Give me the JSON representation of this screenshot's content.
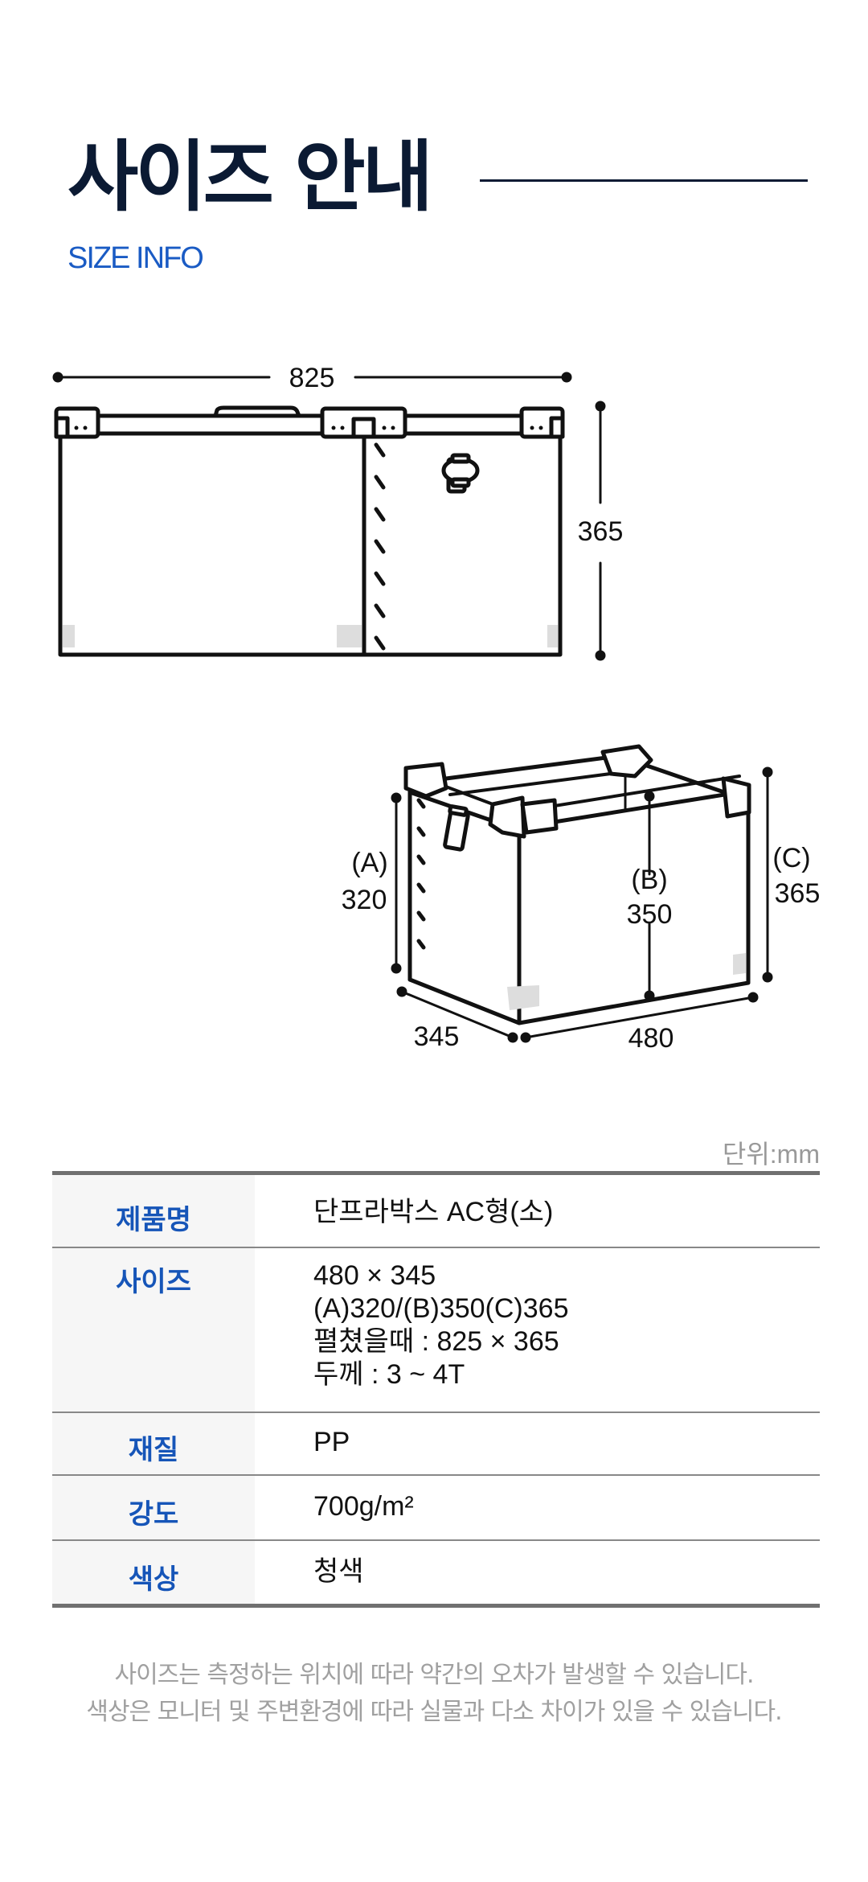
{
  "header": {
    "title": "사이즈 안내",
    "subtitle": "SIZE INFO"
  },
  "flat_diagram": {
    "width_label": "825",
    "height_label": "365"
  },
  "box_diagram": {
    "a_label": "(A)",
    "a_value": "320",
    "b_label": "(B)",
    "b_value": "350",
    "c_label": "(C)",
    "c_value": "365",
    "depth_value": "345",
    "width_value": "480"
  },
  "table": {
    "unit": "단위:mm",
    "rows": [
      {
        "label": "제품명",
        "lines": [
          "단프라박스 AC형(소)"
        ]
      },
      {
        "label": "사이즈",
        "lines": [
          "480 × 345",
          "(A)320/(B)350(C)365",
          "펼쳤을때 : 825 × 365",
          "두께 : 3 ~ 4T"
        ]
      },
      {
        "label": "재질",
        "lines": [
          "PP"
        ]
      },
      {
        "label": "강도",
        "lines": [
          "700g/m²"
        ]
      },
      {
        "label": "색상",
        "lines": [
          "청색"
        ]
      }
    ]
  },
  "notes": [
    "사이즈는 측정하는 위치에 따라 약간의 오차가 발생할 수 있습니다.",
    "색상은 모니터 및 주변환경에 따라 실물과 다소 차이가 있을 수 있습니다."
  ],
  "colors": {
    "title": "#0b1a33",
    "accent_blue": "#1a5bc4",
    "label_blue": "#1655b8",
    "label_bg": "#f6f6f6",
    "note_gray": "#a0a0a0"
  }
}
